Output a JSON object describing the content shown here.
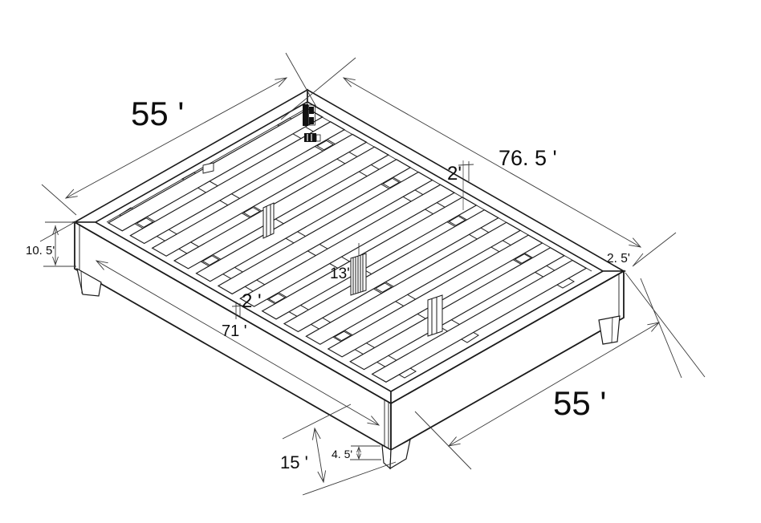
{
  "labels": {
    "dim_55_top": "55 '",
    "dim_76_5": "76. 5 '",
    "dim_2_top": "2'",
    "dim_2_5": "2. 5'",
    "dim_10_5": "10. 5'",
    "dim_13": "13'",
    "dim_2_bottom": "2 '",
    "dim_71": "71 '",
    "dim_55_bottom": "55 '",
    "dim_15": "15 '",
    "dim_4_5": "4. 5'"
  }
}
